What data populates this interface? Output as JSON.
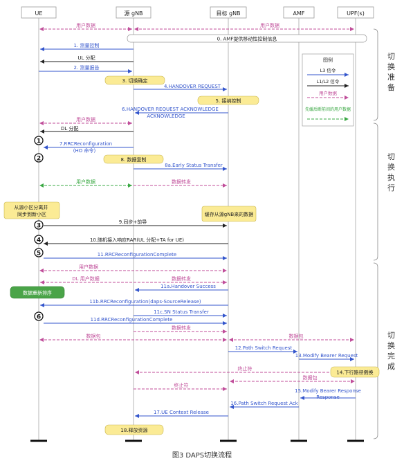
{
  "entities": [
    "UE",
    "源 gNB",
    "目标 gNB",
    "AMF",
    "UPF(s)"
  ],
  "phases": [
    "切换准备",
    "切换执行",
    "切换完成"
  ],
  "legend": {
    "title": "图例",
    "items": [
      "L3 信令",
      "L1/L2 信令",
      "用户数据",
      "先缓后断前间的用户数据"
    ]
  },
  "colors": {
    "l3": "#3355cc",
    "l12": "#222222",
    "data": "#c04e9a",
    "green": "#3aa843",
    "note_fill": "#fbeb95",
    "lifeline": "#a5a5a5"
  },
  "steps": {
    "s0": "0. AMF提供移动性控制信息",
    "s1": "1. 测量控制",
    "s1b": "UL 分配",
    "s2": "2. 测量报告",
    "s3": "3. 切换确定",
    "s4": "4.HANDOVER REQUEST",
    "s5": "5. 接纳控制",
    "s6": "6.HANDOVER REQUEST ACKNOWLEDGE",
    "s6b": "DL 分配",
    "s7": "7.RRCReconfiguration",
    "s7b": "(HO 命令)",
    "s8": "8. 数据复制",
    "s8a": "8a.Early Status Transfer",
    "note_detach": "从源小区分离并同步到新小区",
    "note_buffer": "缓存从源gNB来的数据",
    "s9": "9.同步+前导",
    "s10": "10.随机接入响应RAR(UL 分配+TA for UE)",
    "s11": "11.RRCReconfigurationComplete",
    "dl_user": "DL 用户数据",
    "s11a": "11a.Handover Success",
    "note_reorder": "数据重新排序",
    "s11b": "11b.RRCReconfiguration(daps-SourceRelease)",
    "s11c": "11c.SN Status Transfer",
    "s11d": "11d.RRCReconfigurationComplete",
    "s12": "12.Path Switch Request",
    "s13": "13.Modify Bearer Request",
    "s14": "14.下行路径倒换",
    "s15": "15.Modify Bearer Response",
    "s16": "16.Path Switch Request Ack",
    "s17": "17.UE Context Release",
    "s18": "18.释放资源",
    "user_data": "用户数据",
    "data_fwd": "数据转发",
    "data_pkt": "数据包",
    "end_mark": "终止符",
    "c1": "1",
    "c2": "2",
    "c3": "3",
    "c4": "4",
    "c5": "5",
    "c6": "6"
  },
  "caption": "图3    DAPS切换流程"
}
